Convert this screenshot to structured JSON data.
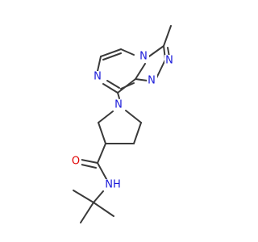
{
  "structure": {
    "atom_labels": {
      "n_pyrazine_top": "N",
      "n_bridge": "N",
      "n_triazole_right": "N",
      "n_triazole_bottom": "N",
      "n_pyrazine_left": "N",
      "n_pyrrolidine": "N",
      "o_carbonyl": "O",
      "nh_amide": "NH"
    },
    "colors": {
      "bond": "#3a3a3a",
      "nitrogen": "#1a1ad9",
      "oxygen": "#e00000"
    }
  }
}
